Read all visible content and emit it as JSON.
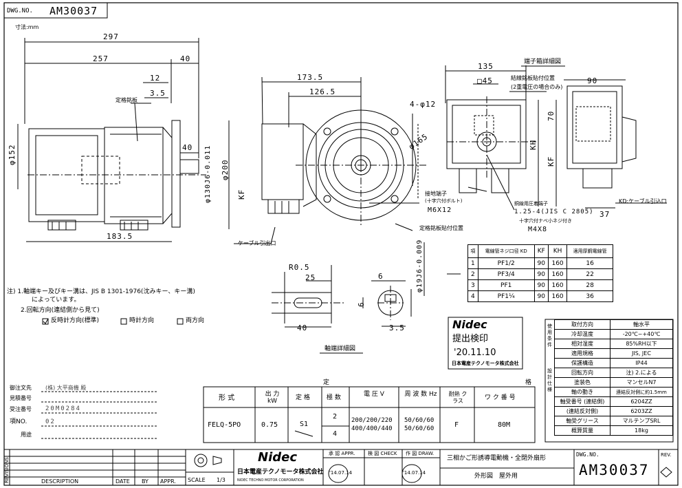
{
  "header": {
    "dwg_label": "DWG.NO.",
    "dwg_no": "AM30037",
    "unit": "寸法:mm"
  },
  "dims": {
    "d297": "297",
    "d257": "257",
    "d40a": "40",
    "d12": "12",
    "d3_5a": "3.5",
    "d40b": "40",
    "d183_5": "183.5",
    "d152": "φ152",
    "d130j6": "φ130J6-0.011",
    "d200": "φ200",
    "kf_left": "KF",
    "d173_5": "173.5",
    "d126_5": "126.5",
    "d4_12": "4-φ12",
    "d165": "φ165",
    "d135": "135",
    "d45": "□45",
    "kh": "KH",
    "kf_right": "KF",
    "d90": "90",
    "d70": "70",
    "d37": "37",
    "r0_5": "R0.5",
    "d25": "25",
    "d6a": "6",
    "d6b": "6",
    "d40c": "40",
    "d3_5b": "3.5",
    "d19j6": "φ19J6-0.009"
  },
  "labels": {
    "rating_plate": "定格銘板",
    "cable_outlet": "ケーブル引出口",
    "ground_terminal": "接地端子",
    "ground_terminal_sub": "(十字穴付ボルト)",
    "m6x12": "M6X12",
    "rating_plate_pos": "定格銘板貼付位置",
    "terminal_box_detail": "端子箱詳細図",
    "wiring_plate_pos": "結線銘板貼付位置",
    "wiring_plate_note": "(2重電圧の場合のみ)",
    "crimp_terminal": "銅線用圧着端子",
    "jis_c2805": "1.25-4(JIS C 2805)",
    "cross_screw": "十字穴付ナベ小ネジ付き",
    "m4x8": "M4X8",
    "kd_note": "KD:ケーブル引込口",
    "shaft_end_detail": "軸端詳細図"
  },
  "notes": {
    "n1a": "注) 1.軸端キー及びキー溝は、JIS B 1301-1976(沈みキー、キー溝)",
    "n1b": "によっています。",
    "n2": "2.回転方向(連結側から見て)",
    "opt1": "反時計方向(標準)",
    "opt2": "時計方向",
    "opt3": "両方向"
  },
  "kd_table": {
    "headers": [
      "項",
      "電線管ネジ口径 KD",
      "KF",
      "KH",
      "適用厚鋼電線管"
    ],
    "rows": [
      [
        "1",
        "PF1/2",
        "90",
        "160",
        "16"
      ],
      [
        "2",
        "PF3/4",
        "90",
        "160",
        "22"
      ],
      [
        "3",
        "PF1",
        "90",
        "160",
        "28"
      ],
      [
        "4",
        "PF1¼",
        "90",
        "160",
        "36"
      ]
    ]
  },
  "stamp": {
    "brand": "Nidec",
    "l1": "提出検印",
    "l2": "'20.11.10",
    "l3": "日本電産テクノモータ株式会社"
  },
  "conditions": {
    "group1": "使用条件",
    "group2": "設計仕様",
    "rows": [
      [
        "取付方向",
        "軸水平"
      ],
      [
        "冷却温度",
        "-20℃~+40℃"
      ],
      [
        "相対湿度",
        "85%RH以下"
      ],
      [
        "適用規格",
        "JIS, JEC"
      ],
      [
        "保護構造",
        "IP44"
      ],
      [
        "回転方向",
        "注) 2.による"
      ],
      [
        "塗装色",
        "マンセルN7"
      ],
      [
        "軸の動き",
        "連結反対側に約1.5mm"
      ],
      [
        "軸受番号 (連結側)",
        "6204ZZ"
      ],
      [
        "(連結反対側)",
        "6203ZZ"
      ],
      [
        "軸受グリース",
        "マルテンプSRL"
      ],
      [
        "概算質量",
        "18kg"
      ]
    ]
  },
  "order": {
    "l1": "御注文先",
    "v1": "(株) 大平商機 殿",
    "l2": "見積番号",
    "v2": "",
    "l3": "受注番号",
    "v3": "20M0284",
    "l4": "項NO.",
    "v4": "02",
    "l5": "用途",
    "v5": ""
  },
  "spec": {
    "rating_label": "定　　　　　格",
    "headers": [
      "形 式",
      "出 力 kW",
      "定 格",
      "極 数",
      "電 圧 V",
      "周 波 数 Hz",
      "耐熱 クラス",
      "ワ ク 番 号"
    ],
    "model": "FELQ-5PO",
    "output": "0.75",
    "rating": "S1",
    "poles_a": "2",
    "poles_b": "4",
    "volt_a": "200/200/220",
    "volt_b": "400/400/440",
    "freq_a": "50/60/60",
    "freq_b": "50/60/60",
    "ins": "F",
    "frame": "80M"
  },
  "title_block": {
    "revisions": "REVISIONS",
    "description": "DESCRIPTION",
    "date": "DATE",
    "by": "BY",
    "appr": "APPR.",
    "scale_label": "SCALE",
    "scale": "1/3",
    "company": "日本電産テクノモータ株式会社",
    "company_en": "NIDEC TECHNO MOTOR CORPORATION",
    "brand": "Nidec",
    "appr2": "承 認 APPR.",
    "check": "検 図 CHECK",
    "draw": "作 図 DRAW.",
    "appr_date": "'14.07.14",
    "draw_date": "'14.07.14",
    "title1": "三相かご形誘導電動機・全閉外扇形",
    "title2": "外形図　屋外用",
    "dwg_label": "DWG.NO.",
    "dwg_no": "AM30037",
    "rev": "REV."
  }
}
